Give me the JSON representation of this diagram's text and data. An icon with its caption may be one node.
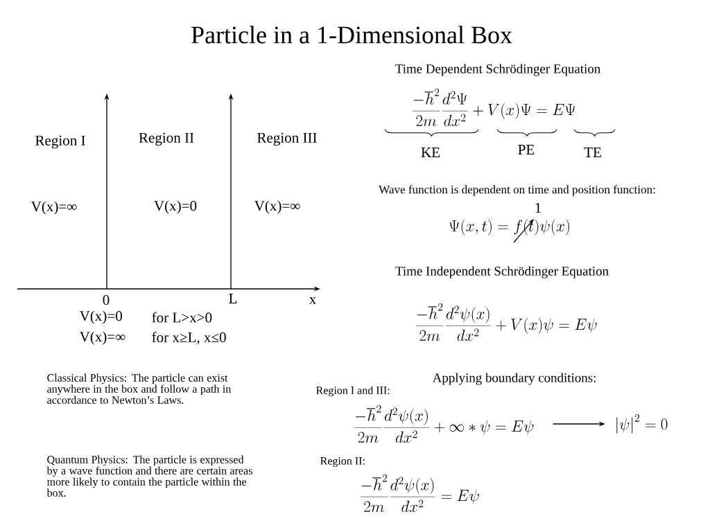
{
  "diagram": {
    "title": "Particle in a 1-Dimensional Box",
    "nodes": [
      {
        "text": [
          "\\frac{-\\hbar^2}{2m}\\frac{d^2\\psi(x)}{dx^2}+\\infty*\\psi=E\\psi"
        ]
      },
      {
        "text": [
          "\\left|\\psi\\right|^2=0"
        ]
      }
    ],
    "edges": [
      {
        "from": 0,
        "to": 1,
        "arrow": "to"
      }
    ],
    "labels": [
      "Time Dependent Schrödinger Equation",
      "\\frac{-\\hbar^2}{2m}\\frac{d^2\\Psi}{dx^2}+V(x)\\Psi=E\\Psi",
      "KE",
      "PE",
      "TE",
      "Region I",
      "Region II",
      "Region III",
      "V(x)=∞",
      "V(x)=0",
      "V(x)=∞",
      "Wave function is dependent on time and position function:",
      "1",
      "\\Psi(x,t)=f(t)\\psi(x)",
      "0",
      "L",
      "x",
      "Time Independent Schrödinger Equation",
      "\\frac{-\\hbar^2}{2m}\\frac{d^2\\psi(x)}{dx^2}+V(x)\\psi=E\\psi",
      "V(x)=0",
      "for L>x>0",
      "V(x)=∞",
      "for x≥L, x≤0",
      "Classical Physics: The particle can exist anywhere in the box and follow a path in accordance to Newton’s Laws.",
      "Applying boundary conditions:",
      "Region I and III:",
      "Quantum Physics: The particle is expressed by a wave function and there are certain areas more likely to contain the particle within the box.",
      "Region II:",
      "\\frac{-\\hbar^2}{2m}\\frac{d^2\\psi(x)}{dx^2}=E\\psi"
    ]
  }
}
